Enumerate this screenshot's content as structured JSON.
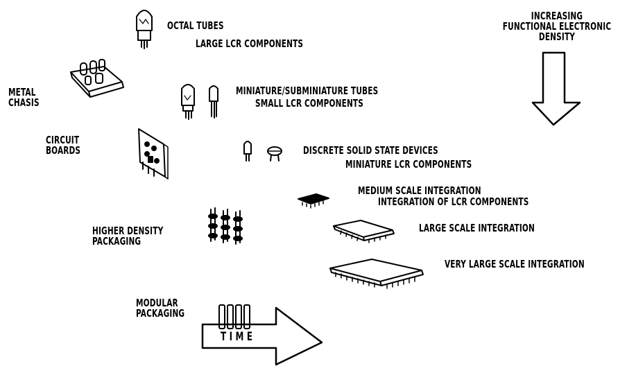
{
  "labels": {
    "octal_tubes": "OCTAL TUBES",
    "large_lcr": "LARGE LCR COMPONENTS",
    "metal_chassis": [
      "METAL",
      "CHASIS"
    ],
    "miniature_tubes": "MINIATURE/SUBMINIATURE TUBES",
    "small_lcr": "SMALL LCR COMPONENTS",
    "circuit_boards": [
      "CIRCUIT",
      "BOARDS"
    ],
    "discrete_solid_state": "DISCRETE SOLID STATE DEVICES",
    "miniature_lcr": "MINIATURE LCR COMPONENTS",
    "medium_scale": "MEDIUM SCALE INTEGRATION",
    "lcr_integration": "INTEGRATION OF LCR COMPONENTS",
    "large_scale": "LARGE SCALE INTEGRATION",
    "higher_density": [
      "HIGHER DENSITY",
      "PACKAGING"
    ],
    "very_large_scale": "VERY LARGE SCALE INTEGRATION",
    "modular_packaging": [
      "MODULAR",
      "PACKAGING"
    ],
    "increasing_density": [
      "INCREASING",
      "FUNCTIONAL ELECTRONIC",
      "DENSITY"
    ],
    "time": "T I M E"
  }
}
